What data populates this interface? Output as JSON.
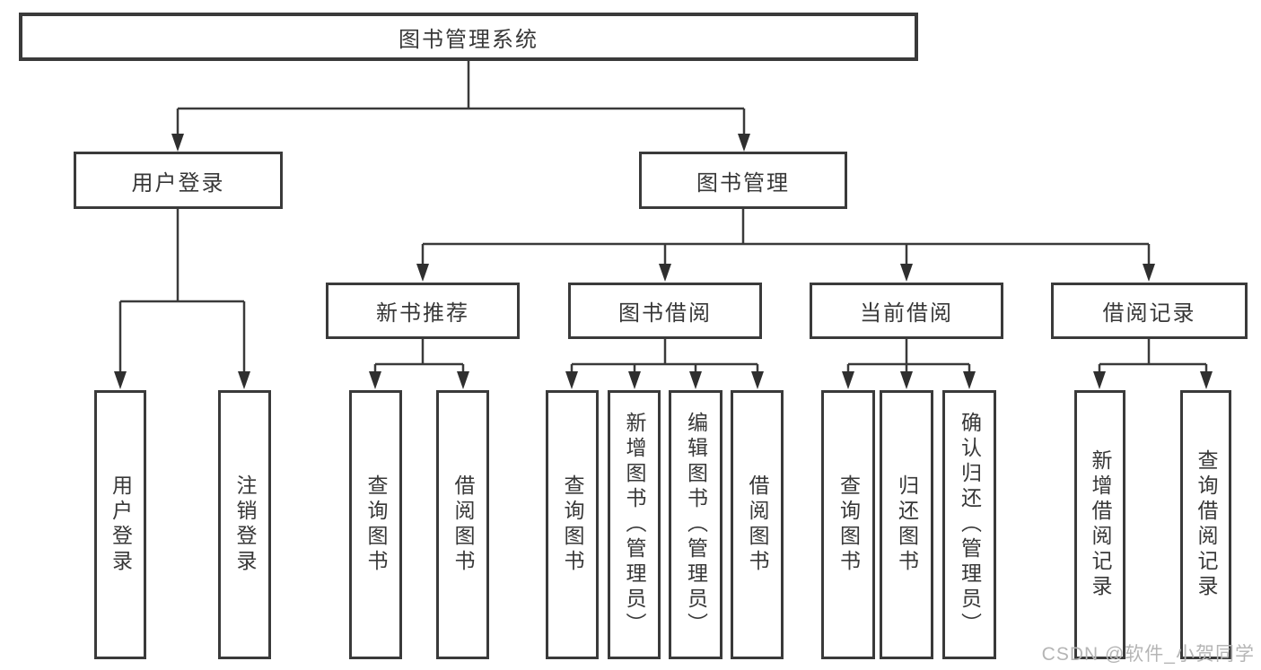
{
  "diagram": {
    "title": "图书管理系统",
    "root": {
      "label": "图书管理系统"
    },
    "branches": [
      {
        "label": "用户登录",
        "children": [
          {
            "label": "用户登录"
          },
          {
            "label": "注销登录"
          }
        ]
      },
      {
        "label": "图书管理",
        "children": [
          {
            "label": "新书推荐",
            "children": [
              {
                "label": "查询图书"
              },
              {
                "label": "借阅图书"
              }
            ]
          },
          {
            "label": "图书借阅",
            "children": [
              {
                "label": "查询图书"
              },
              {
                "label": "新增图书（管理员）"
              },
              {
                "label": "编辑图书（管理员）"
              },
              {
                "label": "借阅图书"
              }
            ]
          },
          {
            "label": "当前借阅",
            "children": [
              {
                "label": "查询图书"
              },
              {
                "label": "归还图书"
              },
              {
                "label": "确认归还（管理员）"
              }
            ]
          },
          {
            "label": "借阅记录",
            "children": [
              {
                "label": "新增借阅记录"
              },
              {
                "label": "查询借阅记录"
              }
            ]
          }
        ]
      }
    ]
  },
  "watermark": {
    "text": "CSDN @软件_小贺同学",
    "color": "#b5b5b5"
  },
  "colors": {
    "line": "#3a3a3a",
    "box_border": "#3a3a3a",
    "text": "#383838",
    "background": "#ffffff"
  }
}
